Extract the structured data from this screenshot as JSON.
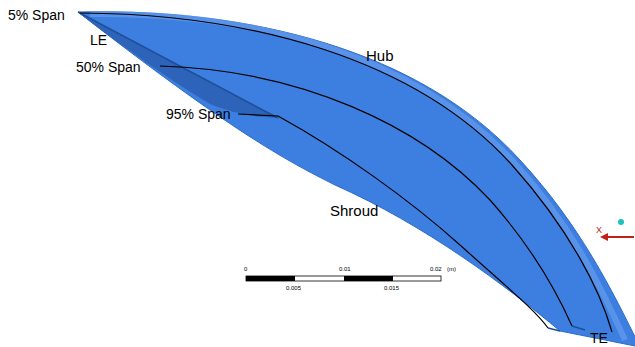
{
  "diagram": {
    "labels": [
      "5% Span",
      "LE",
      "50% Span",
      "95% Span",
      "Hub",
      "Shroud",
      "TE",
      "0",
      "0.01",
      "0.02",
      "(m)",
      "0.005",
      "0.015",
      "X"
    ]
  }
}
